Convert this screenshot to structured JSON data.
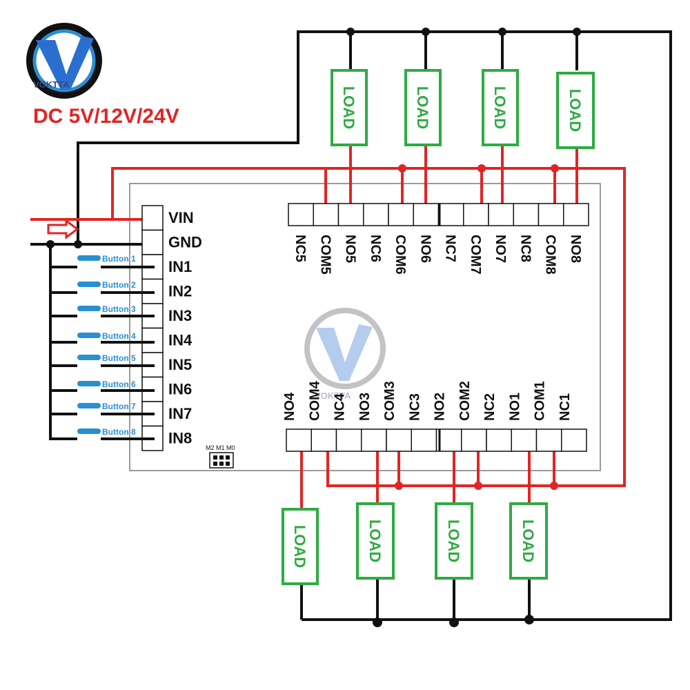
{
  "title": "DC 5V/12V/24V",
  "brand": "VOKTTA",
  "watermark_brand": "VOKTTA",
  "colors": {
    "wire_black": "#111111",
    "wire_red": "#e22424",
    "load_green": "#2eab42",
    "button_blue": "#2a8fd0",
    "title_red": "#e22424"
  },
  "input_pins": [
    "VIN",
    "GND",
    "IN1",
    "IN2",
    "IN3",
    "IN4",
    "IN5",
    "IN6",
    "IN7",
    "IN8"
  ],
  "buttons": [
    "Button 1",
    "Button 2",
    "Button 3",
    "Button 4",
    "Button 5",
    "Button 6",
    "Button 7",
    "Button 8"
  ],
  "top_terminals": [
    "NC5",
    "COM5",
    "NO5",
    "NC6",
    "COM6",
    "NO6",
    "NC7",
    "COM7",
    "NO7",
    "NC8",
    "COM8",
    "NO8"
  ],
  "bottom_terminals": [
    "NO4",
    "COM4",
    "NC4",
    "NO3",
    "COM3",
    "NC3",
    "NO2",
    "COM2",
    "NC2",
    "NO1",
    "COM1",
    "NC1"
  ],
  "load_label": "LOAD",
  "mode_pins": "M2 M1 M0"
}
